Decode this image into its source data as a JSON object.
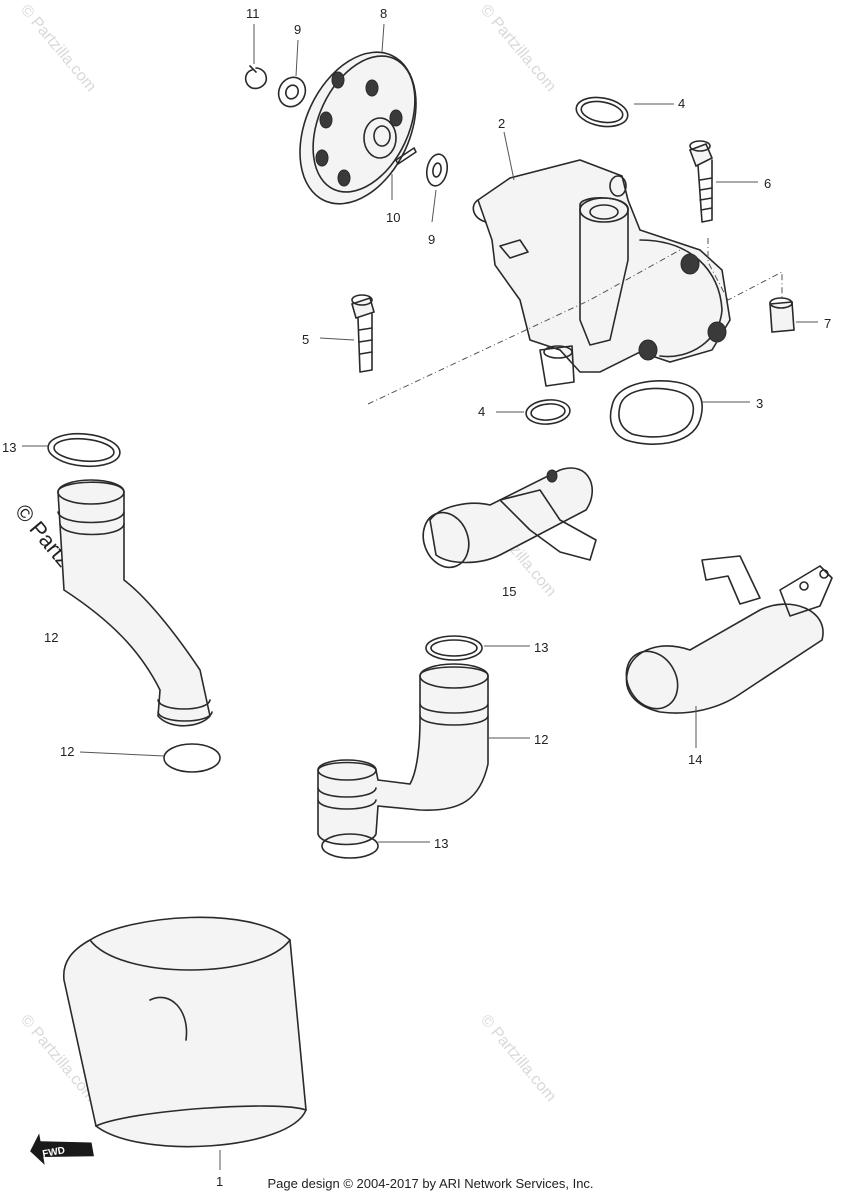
{
  "callouts": {
    "c1": "1",
    "c2": "2",
    "c3": "3",
    "c4a": "4",
    "c4b": "4",
    "c5": "5",
    "c6": "6",
    "c7": "7",
    "c8": "8",
    "c9a": "9",
    "c9b": "9",
    "c10": "10",
    "c11": "11",
    "c12a": "12",
    "c12b": "12",
    "c12c": "12",
    "c13a": "13",
    "c13b": "13",
    "c13c": "13",
    "c14": "14",
    "c15": "15"
  },
  "watermarks": {
    "light": "© Partzilla.com",
    "dark": "© Partzilla.com"
  },
  "fwd_badge": "FWD",
  "footer": "Page design © 2004-2017 by ARI Network Services, Inc."
}
